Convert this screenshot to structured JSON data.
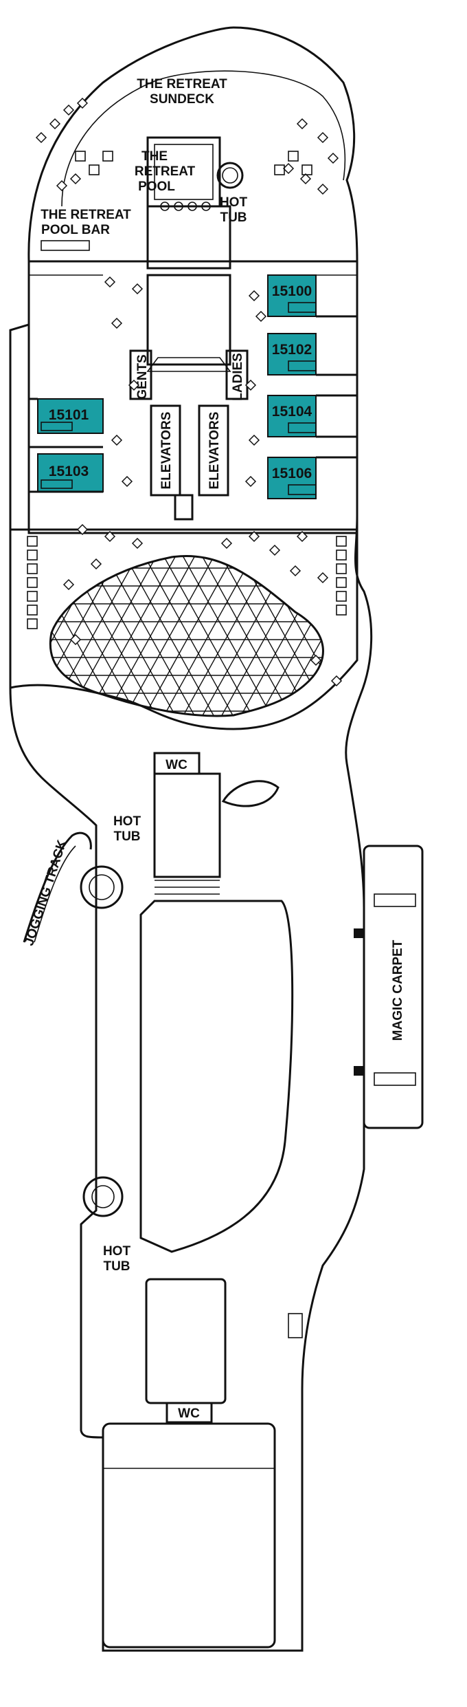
{
  "venues": {
    "retreat_sundeck": [
      "THE RETREAT",
      "SUNDECK"
    ],
    "retreat_pool": [
      "THE",
      "RETREAT",
      "POOL"
    ],
    "retreat_hot_tub": [
      "HOT",
      "TUB"
    ],
    "retreat_pool_bar": [
      "THE RETREAT",
      "POOL BAR"
    ],
    "gents": "GENTS",
    "ladies": "LADIES",
    "elevators_left": "ELEVATORS",
    "elevators_right": "ELEVATORS",
    "wc_upper": "WC",
    "wc_lower": "WC",
    "hot_tub_mid": [
      "HOT",
      "TUB"
    ],
    "hot_tub_aft": [
      "HOT",
      "TUB"
    ],
    "jogging_track": "JOGGING TRACK",
    "magic_carpet": "MAGIC CARPET"
  },
  "staterooms": [
    "15100",
    "15102",
    "15104",
    "15106",
    "15101",
    "15103"
  ],
  "colors": {
    "stateroom_fill": "#1a9ea3",
    "line": "#111111",
    "background": "#ffffff"
  }
}
